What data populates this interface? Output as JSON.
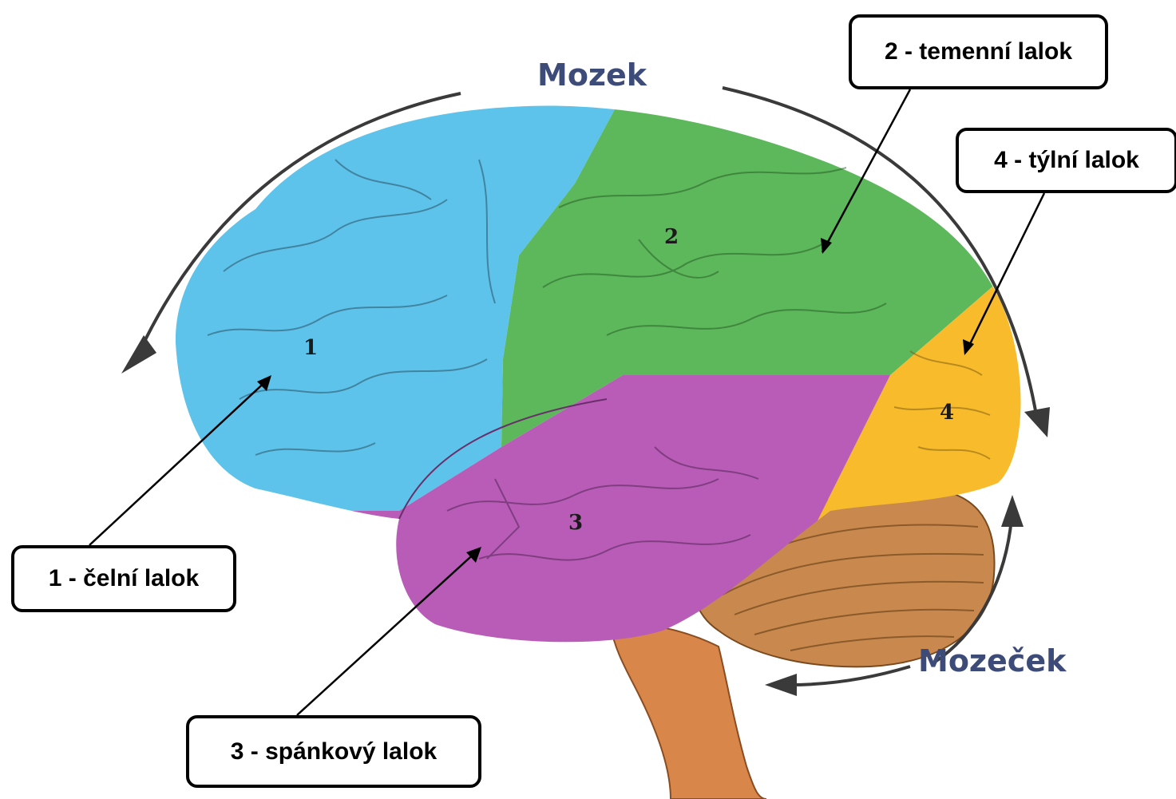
{
  "section_labels": {
    "brain": "Mozek",
    "cerebellum": "Mozeček"
  },
  "lobes": [
    {
      "number": "1",
      "callout": "1 - čelní lalok",
      "color": "#5ec3ea"
    },
    {
      "number": "2",
      "callout": "2 - temenní lalok",
      "color": "#5cb85a"
    },
    {
      "number": "3",
      "callout": "3 - spánkový lalok",
      "color": "#b85cb8"
    },
    {
      "number": "4",
      "callout": "4 - týlní lalok",
      "color": "#f7bb2c"
    }
  ],
  "colors": {
    "cerebellum": "#c9894e",
    "brainstem": "#d9864a",
    "arrows": "#3a3a3a",
    "title_text": "#3c4b78"
  }
}
